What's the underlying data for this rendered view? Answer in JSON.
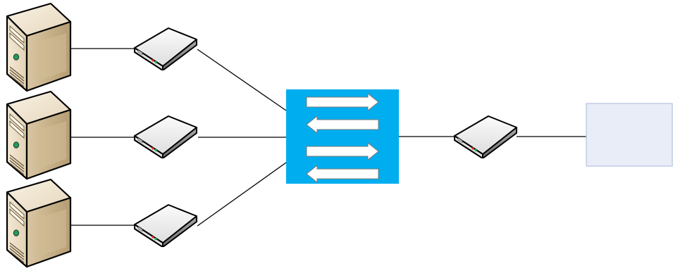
{
  "diagram": {
    "servers": [
      {
        "id": "server-1"
      },
      {
        "id": "server-2"
      },
      {
        "id": "server-3"
      }
    ],
    "edge_modems": [
      {
        "id": "modem-1"
      },
      {
        "id": "modem-2"
      },
      {
        "id": "modem-3"
      }
    ],
    "switch": {
      "arrows": [
        "right",
        "left",
        "right",
        "left"
      ]
    },
    "uplink_modem": {
      "id": "modem-4"
    },
    "destination_box": {},
    "connections": [
      [
        "server-1",
        "modem-1"
      ],
      [
        "server-2",
        "modem-2"
      ],
      [
        "server-3",
        "modem-3"
      ],
      [
        "modem-1",
        "switch"
      ],
      [
        "modem-2",
        "switch"
      ],
      [
        "modem-3",
        "switch"
      ],
      [
        "switch",
        "modem-4"
      ],
      [
        "modem-4",
        "destination-box"
      ]
    ],
    "colors": {
      "switch_fill": "#00aeef",
      "arrow_fill": "#ffffff",
      "destination_fill": "#e8edf8",
      "destination_stroke": "#b7c3dc",
      "line": "#000000",
      "server_front": "#e9dcc4",
      "server_side": "#c8b48f",
      "modem_top": "#f2f2f2",
      "modem_side": "#8f8f8f",
      "led_red": "#ff2a2a",
      "led_green": "#00c050"
    }
  }
}
